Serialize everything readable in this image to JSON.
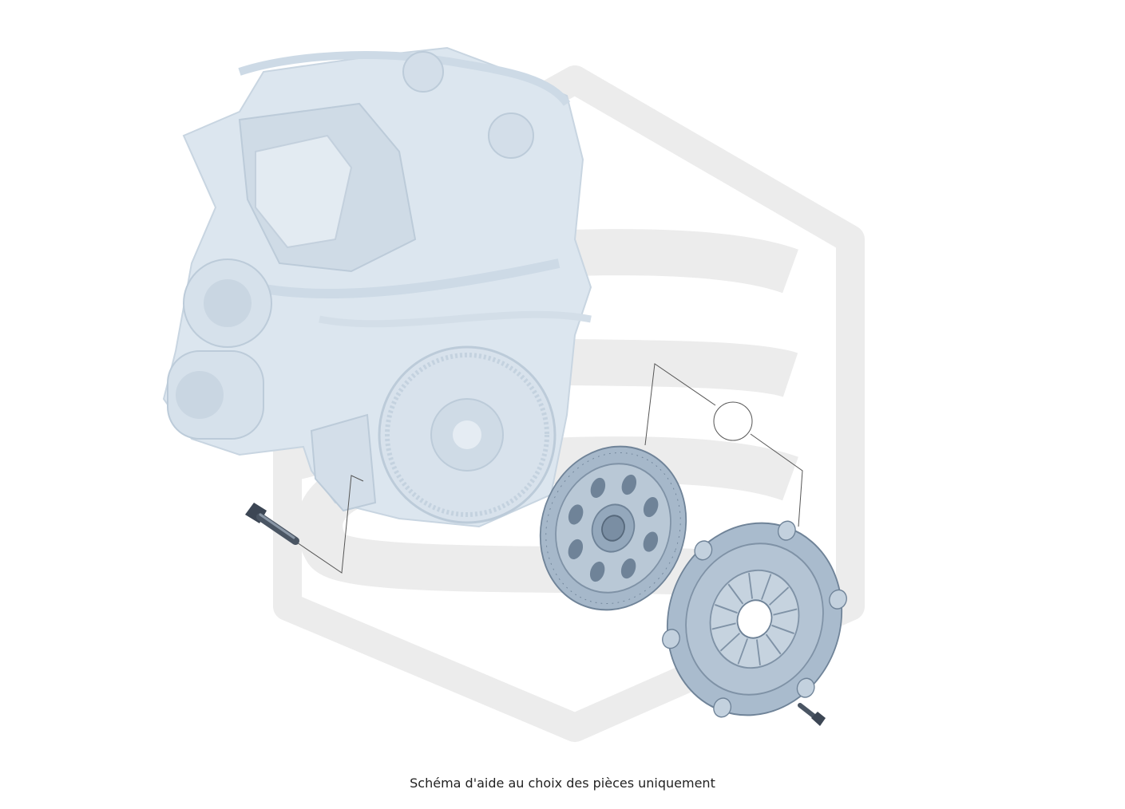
{
  "caption": "Schéma d'aide au choix des pièces uniquement",
  "colors": {
    "watermark": "#ebebeb",
    "engine": "#dce6ef",
    "engine_dark": "#c4d2df",
    "part": "#9fb3c6",
    "part_dark": "#6f8398",
    "part_light": "#c5d3e0",
    "leader_line": "#555555"
  },
  "parts": [
    {
      "id": "engine",
      "icon": "engine-block-icon"
    },
    {
      "id": "flywheel-bolt",
      "icon": "bolt-icon"
    },
    {
      "id": "clutch-disc",
      "icon": "clutch-disc-icon"
    },
    {
      "id": "pressure-plate",
      "icon": "pressure-plate-icon"
    },
    {
      "id": "pressure-plate-bolt",
      "icon": "bolt-icon"
    }
  ]
}
